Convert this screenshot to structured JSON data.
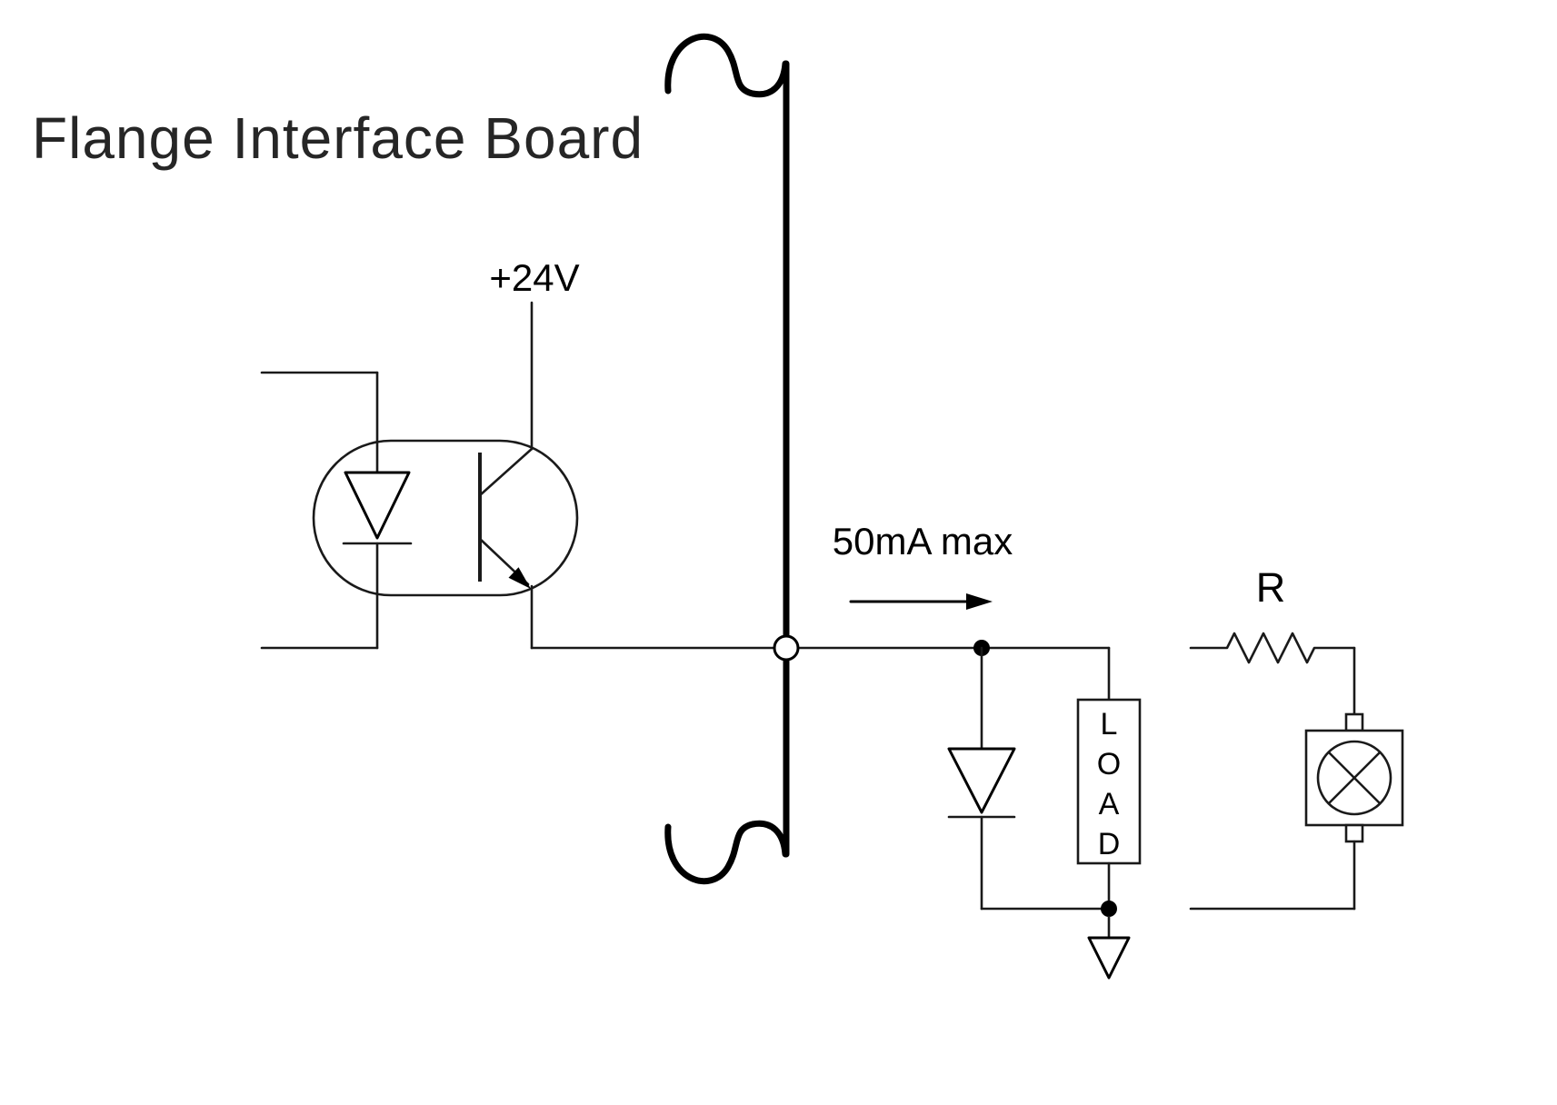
{
  "title": "Flange Interface Board",
  "labels": {
    "supply_voltage": "+24V",
    "current_limit": "50mA max",
    "resistor": "R"
  },
  "load": {
    "letters": [
      "L",
      "O",
      "A",
      "D"
    ]
  },
  "colors": {
    "stroke": "#000000",
    "title_text": "#262626",
    "background": "#ffffff"
  }
}
